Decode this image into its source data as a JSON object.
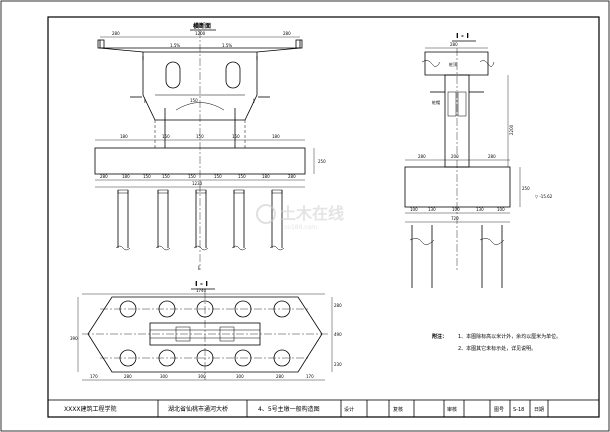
{
  "views": {
    "elevation_title": "横断面",
    "side_title": "I - I",
    "plan_title": "I - I"
  },
  "labels": {
    "section_mark_left": "I",
    "section_mark_right": "I",
    "section_mark_bottom": "I",
    "side_label_upper": "桩顶",
    "side_label_lower": "桩帽",
    "elev_mark": "▽ -15.62"
  },
  "dims": {
    "top_total": "1200",
    "top_left": "280",
    "top_right": "280",
    "slope_left": "1.5%",
    "slope_right": "1.5%",
    "mid_width": "150",
    "cap_total": "1230",
    "cap_height": "250",
    "pier_spacing": [
      "180",
      "150",
      "150",
      "150",
      "180"
    ],
    "cap_seg": [
      "280",
      "180",
      "150",
      "150",
      "150",
      "150",
      "150",
      "180",
      "280"
    ],
    "side_top": "280",
    "side_width": "200",
    "side_height": "2200",
    "side_cap_w": "720",
    "side_cap_h": "250",
    "side_seg": [
      "100",
      "130",
      "100",
      "130",
      "100"
    ],
    "plan_total": "1740",
    "plan_h": "390",
    "plan_seg": [
      "170",
      "280",
      "300",
      "300",
      "300",
      "280",
      "170"
    ],
    "plan_side": [
      "280",
      "490",
      "230"
    ]
  },
  "notes": {
    "heading": "附注：",
    "lines": [
      "1、本图除标高以米计外，余均以厘米为单位。",
      "2、本图其它未标示处，详见说明。"
    ]
  },
  "title_block": {
    "institute": "XXXX建筑工程学院",
    "project": "湖北省仙桃市通河大桥",
    "drawing": "4、5号主墩一般构造图",
    "design_label": "设计",
    "check_label": "复核",
    "review_label": "审核",
    "drawing_no_label": "图号",
    "drawing_no": "S-18",
    "date_label": "日期"
  },
  "watermark": {
    "brand": "土木在线",
    "url": "co188.com"
  }
}
